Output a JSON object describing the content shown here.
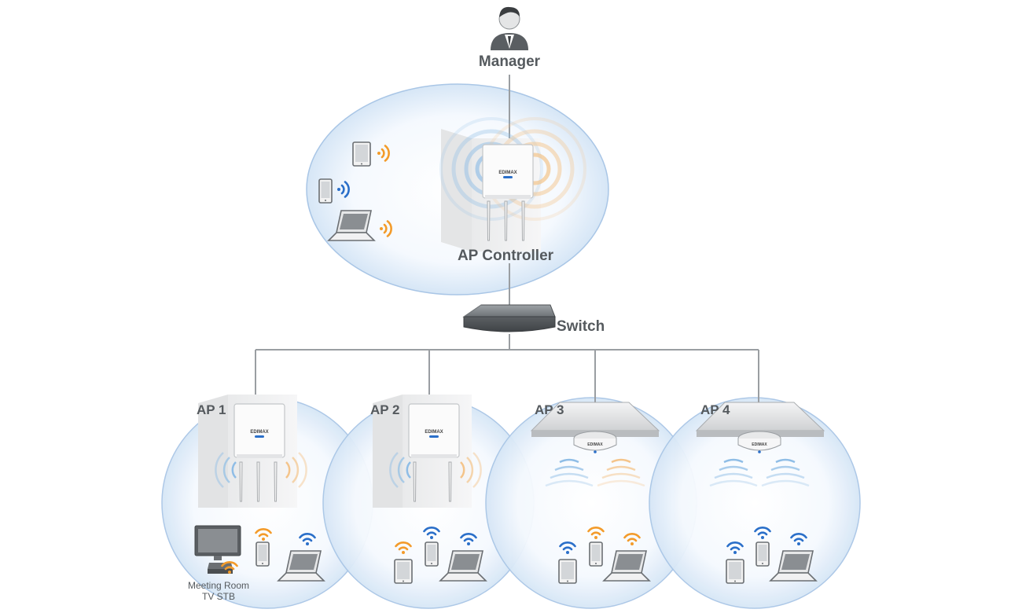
{
  "nodes": {
    "manager": "Manager",
    "controller": "AP Controller",
    "switch": "Switch",
    "ap1": "AP 1",
    "ap2": "AP 2",
    "ap3": "AP 3",
    "ap4": "AP 4",
    "meeting_room_line1": "Meeting Room",
    "meeting_room_line2": "TV STB"
  },
  "device_brand": "EDIMAX",
  "colors": {
    "line": "#9a9ea2",
    "label": "#555a5e",
    "zone_edge": "#a9c6e6",
    "zone_fill": "#eaf2fb",
    "wifi_orange": "#f39b2a",
    "wifi_blue": "#2a6fc9",
    "wave_blue": "#8fbde6",
    "wave_orange": "#f4c48a"
  },
  "icons": [
    "person-icon",
    "wall-access-point-icon",
    "ceiling-access-point-icon",
    "network-switch-icon",
    "tablet-icon",
    "smartphone-icon",
    "laptop-icon",
    "monitor-icon",
    "set-top-box-icon",
    "wifi-icon"
  ]
}
